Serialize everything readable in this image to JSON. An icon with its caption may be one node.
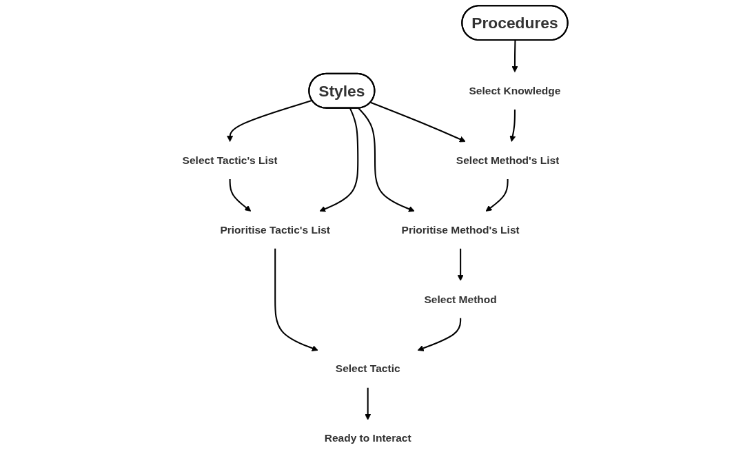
{
  "diagram": {
    "nodes": [
      {
        "text": [
          "Procedures"
        ]
      },
      {
        "text": [
          "Styles"
        ]
      },
      {
        "text": [
          "Select Knowledge"
        ]
      },
      {
        "text": [
          "Select Method's List"
        ]
      },
      {
        "text": [
          "Select Tactic's List"
        ]
      },
      {
        "text": [
          "Prioritise Method's List"
        ]
      },
      {
        "text": [
          "Prioritise Tactic's List"
        ]
      },
      {
        "text": [
          "Select Method"
        ]
      },
      {
        "text": [
          "Select Tactic"
        ]
      },
      {
        "text": [
          "Ready to Interact"
        ]
      }
    ],
    "edges": [
      {
        "from": 0,
        "to": 2,
        "arrow": "to"
      },
      {
        "from": 2,
        "to": 3,
        "arrow": "to"
      },
      {
        "from": 1,
        "to": 3,
        "arrow": "to"
      },
      {
        "from": 1,
        "to": 5,
        "arrow": "to"
      },
      {
        "from": 1,
        "to": 6,
        "arrow": "to"
      },
      {
        "from": 1,
        "to": 4,
        "arrow": "to"
      },
      {
        "from": 3,
        "to": 5,
        "arrow": "to"
      },
      {
        "from": 4,
        "to": 6,
        "arrow": "to"
      },
      {
        "from": 5,
        "to": 7,
        "arrow": "to"
      },
      {
        "from": 7,
        "to": 8,
        "arrow": "to"
      },
      {
        "from": 6,
        "to": 8,
        "arrow": "to"
      },
      {
        "from": 8,
        "to": 9,
        "arrow": "to"
      }
    ]
  }
}
